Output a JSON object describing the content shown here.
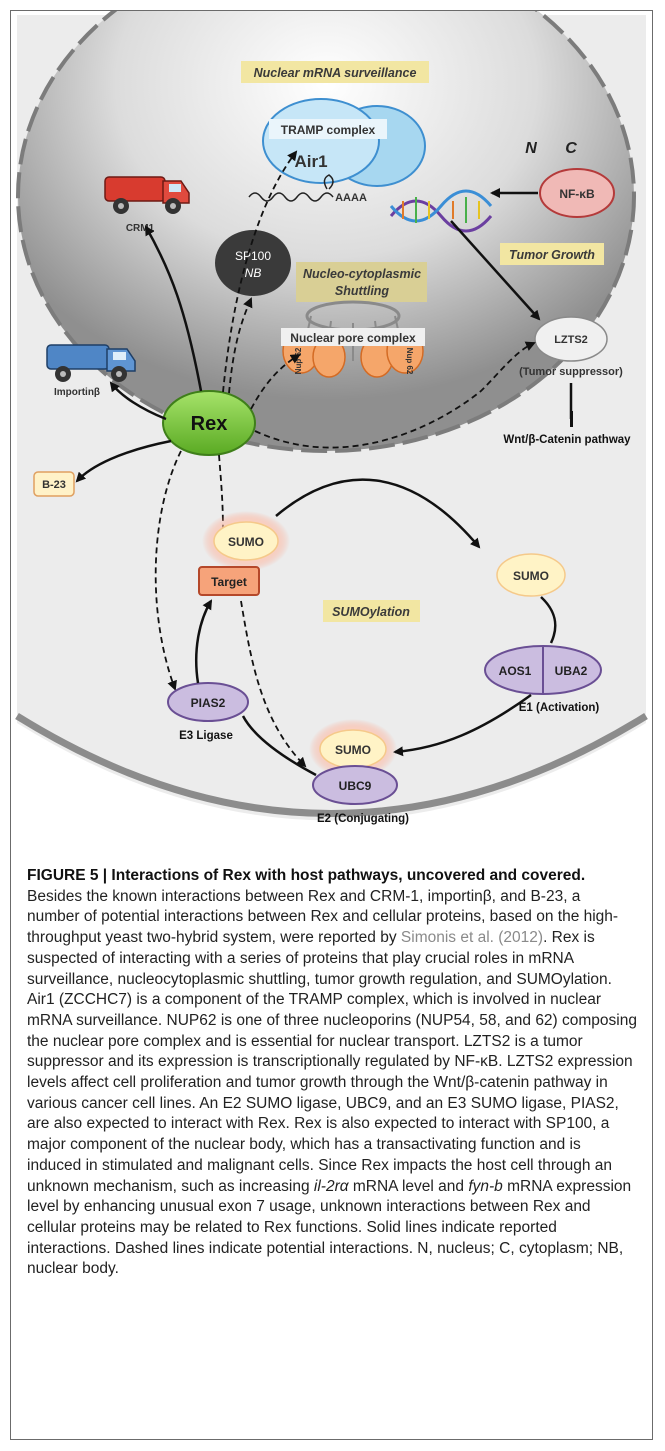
{
  "figure": {
    "labels": {
      "nuclear_mrna_surveillance": "Nuclear mRNA surveillance",
      "tramp_complex": "TRAMP complex",
      "air1": "Air1",
      "polya": "AAAA",
      "n": "N",
      "c": "C",
      "nfkb": "NF-κB",
      "crm1": "CRM1",
      "sp100": "SP100",
      "nb": "NB",
      "nucleo_shuttling_line1": "Nucleo-cytoplasmic",
      "nucleo_shuttling_line2": "Shuttling",
      "tumor_growth": "Tumor Growth",
      "lzts2": "LZTS2",
      "tumor_suppressor": "(Tumor suppressor)",
      "nuclear_pore_complex": "Nuclear pore complex",
      "nup62": "Nup 62",
      "importin": "Importinβ",
      "rex": "Rex",
      "wnt": "Wnt/β-Catenin pathway",
      "b23": "B-23",
      "sumo": "SUMO",
      "target": "Target",
      "sumoylation": "SUMOylation",
      "aos1": "AOS1",
      "uba2": "UBA2",
      "e1": "E1 (Activation)",
      "pias2": "PIAS2",
      "e3": "E3 Ligase",
      "ubc9": "UBC9",
      "e2": "E2 (Conjugating)"
    }
  },
  "caption": {
    "label": "FIGURE 5 | Interactions of Rex with host pathways, uncovered and covered.",
    "text_1": " Besides the known interactions between Rex and CRM-1, importinβ, and B-23, a number of potential interactions between Rex and cellular proteins, based on the high-throughput yeast two-hybrid system, were reported by ",
    "citation": "Simonis et al. (2012)",
    "text_2": ". Rex is suspected of interacting with a series of proteins that play crucial roles in mRNA surveillance, nucleocytoplasmic shuttling, tumor growth regulation, and SUMOylation. Air1 (ZCCHC7) is a component of the TRAMP complex, which is involved in nuclear mRNA surveillance. NUP62 is one of three nucleoporins (NUP54, 58, and 62) composing the nuclear pore complex and is essential for nuclear transport. LZTS2 is a tumor suppressor and its expression is transcriptionally regulated by NF-κB. LZTS2 expression levels affect cell proliferation and tumor growth through the Wnt/β-catenin pathway in various cancer cell lines. An E2 SUMO ligase, UBC9, and an E3 SUMO ligase, PIAS2, are also expected to interact with Rex. Rex is also expected to interact with SP100, a major component of the nuclear body, which has a transactivating function and is induced in stimulated and malignant cells. Since Rex impacts the host cell through an unknown mechanism, such as increasing ",
    "il2": "il-2rα",
    "text_3": " mRNA level and ",
    "fynb": "fyn-b",
    "text_4": " mRNA expression level by enhancing unusual exon 7 usage, unknown interactions between Rex and cellular proteins may be related to Rex functions. Solid lines indicate reported interactions. Dashed lines indicate potential interactions. N, nucleus; C, cytoplasm; NB, nuclear body."
  }
}
